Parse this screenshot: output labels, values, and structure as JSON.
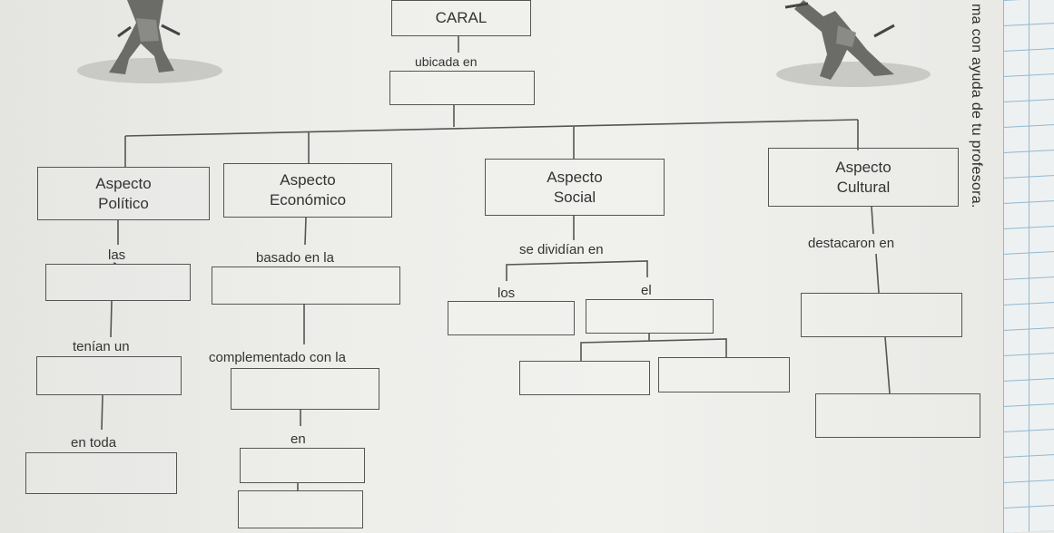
{
  "title": "CARAL",
  "link_location": "ubicada en",
  "aspects": {
    "politico": {
      "line1": "Aspecto",
      "line2": "Político"
    },
    "economico": {
      "line1": "Aspecto",
      "line2": "Económico"
    },
    "social": {
      "line1": "Aspecto",
      "line2": "Social"
    },
    "cultural": {
      "line1": "Aspecto",
      "line2": "Cultural"
    }
  },
  "connectors": {
    "politico_1": "las",
    "politico_2": "tenían un",
    "politico_3": "en toda",
    "economico_1": "basado en la",
    "economico_2": "complementado con la",
    "economico_3": "en",
    "social_1": "se dividían en",
    "social_left": "los",
    "social_right": "el",
    "cultural_1": "destacaron en"
  },
  "side_note": "ma con ayuda de tu profesora."
}
